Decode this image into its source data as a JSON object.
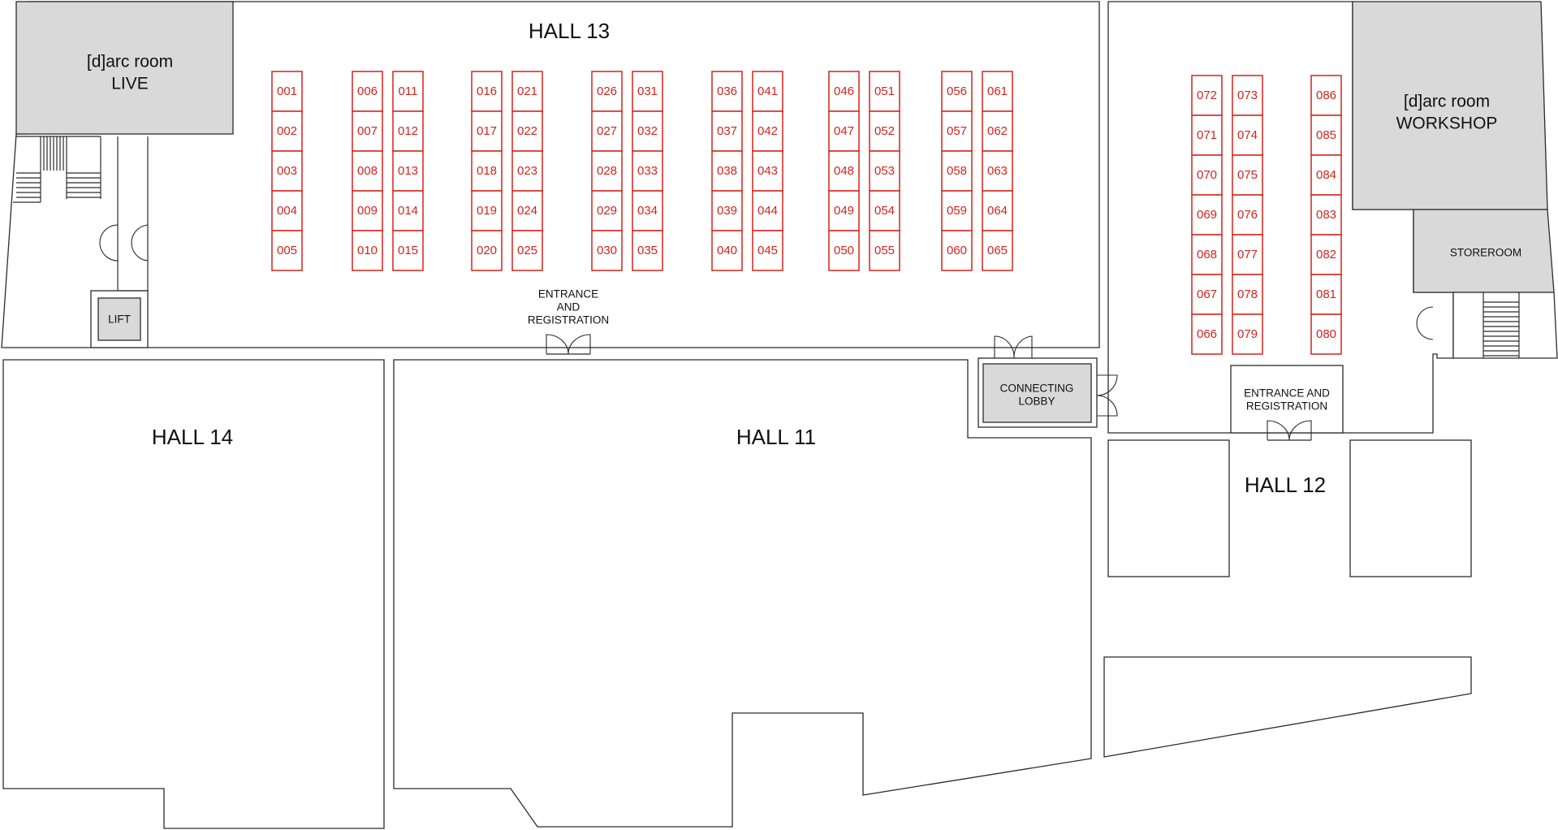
{
  "colors": {
    "booth": "#d3231c",
    "room_fill": "#d9d9d9",
    "wall": "#2b2b2b",
    "background": "#ffffff"
  },
  "halls": {
    "hall13": "HALL 13",
    "hall14": "HALL 14",
    "hall11": "HALL 11",
    "hall12": "HALL 12"
  },
  "rooms": {
    "darc_live_line1": "[d]arc room",
    "darc_live_line2": "LIVE",
    "darc_workshop_line1": "[d]arc room",
    "darc_workshop_line2": "WORKSHOP",
    "storeroom": "STOREROOM",
    "lift": "LIFT",
    "connecting_lobby_line1": "CONNECTING",
    "connecting_lobby_line2": "LOBBY"
  },
  "entrances": {
    "hall13_line1": "ENTRANCE",
    "hall13_line2": "AND",
    "hall13_line3": "REGISTRATION",
    "hall12_line1": "ENTRANCE AND",
    "hall12_line2": "REGISTRATION"
  },
  "booth_columns": [
    [
      "001",
      "002",
      "003",
      "004",
      "005"
    ],
    [
      "006",
      "007",
      "008",
      "009",
      "010"
    ],
    [
      "011",
      "012",
      "013",
      "014",
      "015"
    ],
    [
      "016",
      "017",
      "018",
      "019",
      "020"
    ],
    [
      "021",
      "022",
      "023",
      "024",
      "025"
    ],
    [
      "026",
      "027",
      "028",
      "029",
      "030"
    ],
    [
      "031",
      "032",
      "033",
      "034",
      "035"
    ],
    [
      "036",
      "037",
      "038",
      "039",
      "040"
    ],
    [
      "041",
      "042",
      "043",
      "044",
      "045"
    ],
    [
      "046",
      "047",
      "048",
      "049",
      "050"
    ],
    [
      "051",
      "052",
      "053",
      "054",
      "055"
    ],
    [
      "056",
      "057",
      "058",
      "059",
      "060"
    ],
    [
      "061",
      "062",
      "063",
      "064",
      "065"
    ],
    [
      "072",
      "071",
      "070",
      "069",
      "068",
      "067",
      "066"
    ],
    [
      "073",
      "074",
      "075",
      "076",
      "077",
      "078",
      "079"
    ],
    [
      "086",
      "085",
      "084",
      "083",
      "082",
      "081",
      "080"
    ]
  ]
}
